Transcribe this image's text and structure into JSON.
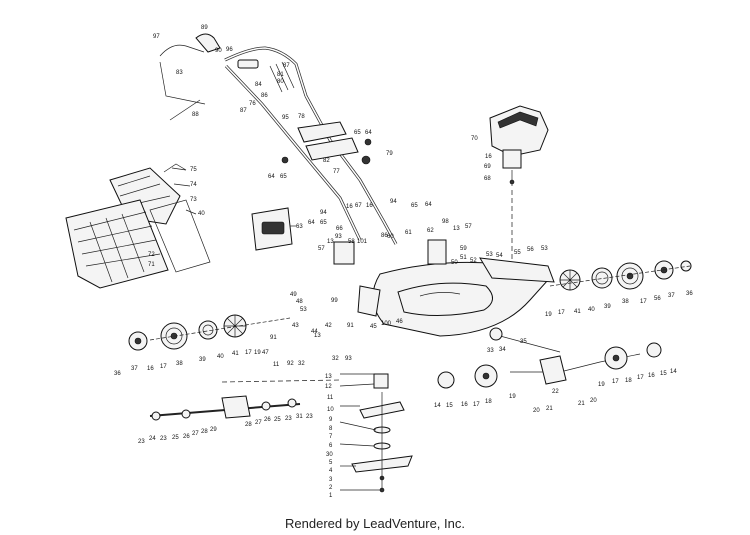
{
  "footer": {
    "text": "Rendered by LeadVenture, Inc."
  },
  "labels": [
    {
      "id": "l97",
      "text": "97"
    },
    {
      "id": "l89",
      "text": "89"
    },
    {
      "id": "l90",
      "text": "90"
    },
    {
      "id": "l96",
      "text": "96"
    },
    {
      "id": "l87a",
      "text": "87"
    },
    {
      "id": "l81",
      "text": "81"
    },
    {
      "id": "l80",
      "text": "80"
    },
    {
      "id": "l83",
      "text": "83"
    },
    {
      "id": "l84",
      "text": "84"
    },
    {
      "id": "l86",
      "text": "86"
    },
    {
      "id": "l76",
      "text": "76"
    },
    {
      "id": "l87b",
      "text": "87"
    },
    {
      "id": "l95",
      "text": "95"
    },
    {
      "id": "l88",
      "text": "88"
    },
    {
      "id": "l78",
      "text": "78"
    },
    {
      "id": "l65a",
      "text": "65"
    },
    {
      "id": "l64a",
      "text": "64"
    },
    {
      "id": "l79",
      "text": "79"
    },
    {
      "id": "l82",
      "text": "82"
    },
    {
      "id": "l77",
      "text": "77"
    },
    {
      "id": "l64b",
      "text": "64"
    },
    {
      "id": "l65b",
      "text": "65"
    },
    {
      "id": "l70",
      "text": "70"
    },
    {
      "id": "l16a",
      "text": "16"
    },
    {
      "id": "l69",
      "text": "69"
    },
    {
      "id": "l68",
      "text": "68"
    },
    {
      "id": "l75",
      "text": "75"
    },
    {
      "id": "l74",
      "text": "74"
    },
    {
      "id": "l73",
      "text": "73"
    },
    {
      "id": "l40a",
      "text": "40"
    },
    {
      "id": "l72",
      "text": "72"
    },
    {
      "id": "l71",
      "text": "71"
    },
    {
      "id": "l63",
      "text": "63"
    },
    {
      "id": "l94a",
      "text": "94"
    },
    {
      "id": "l16b",
      "text": "16"
    },
    {
      "id": "l67",
      "text": "67"
    },
    {
      "id": "l16c",
      "text": "16"
    },
    {
      "id": "l94b",
      "text": "94"
    },
    {
      "id": "l65c",
      "text": "65"
    },
    {
      "id": "l64c",
      "text": "64"
    },
    {
      "id": "l66",
      "text": "66"
    },
    {
      "id": "l65d",
      "text": "65"
    },
    {
      "id": "l64d",
      "text": "64"
    },
    {
      "id": "l13a",
      "text": "13"
    },
    {
      "id": "l93a",
      "text": "93"
    },
    {
      "id": "l58",
      "text": "58"
    },
    {
      "id": "l101",
      "text": "101"
    },
    {
      "id": "l86b",
      "text": "86"
    },
    {
      "id": "l60",
      "text": "60"
    },
    {
      "id": "l61",
      "text": "61"
    },
    {
      "id": "l62",
      "text": "62"
    },
    {
      "id": "l98",
      "text": "98"
    },
    {
      "id": "l13b",
      "text": "13"
    },
    {
      "id": "l57a",
      "text": "57"
    },
    {
      "id": "l57b",
      "text": "57"
    },
    {
      "id": "l59",
      "text": "59"
    },
    {
      "id": "l53a",
      "text": "53"
    },
    {
      "id": "l54",
      "text": "54"
    },
    {
      "id": "l55",
      "text": "55"
    },
    {
      "id": "l56a",
      "text": "56"
    },
    {
      "id": "l53b",
      "text": "53"
    },
    {
      "id": "l51",
      "text": "51"
    },
    {
      "id": "l52",
      "text": "52"
    },
    {
      "id": "l50",
      "text": "50"
    },
    {
      "id": "l49",
      "text": "49"
    },
    {
      "id": "l48",
      "text": "48"
    },
    {
      "id": "l99",
      "text": "99"
    },
    {
      "id": "l53c",
      "text": "53"
    },
    {
      "id": "l19a",
      "text": "19"
    },
    {
      "id": "l17a",
      "text": "17"
    },
    {
      "id": "l41a",
      "text": "41"
    },
    {
      "id": "l40b",
      "text": "40"
    },
    {
      "id": "l39a",
      "text": "39"
    },
    {
      "id": "l38a",
      "text": "38"
    },
    {
      "id": "l17b",
      "text": "17"
    },
    {
      "id": "l56b",
      "text": "56"
    },
    {
      "id": "l37a",
      "text": "37"
    },
    {
      "id": "l36a",
      "text": "36"
    },
    {
      "id": "l37b",
      "text": "37"
    },
    {
      "id": "l36b",
      "text": "36"
    },
    {
      "id": "l17c",
      "text": "17"
    },
    {
      "id": "l16d",
      "text": "16"
    },
    {
      "id": "l38b",
      "text": "38"
    },
    {
      "id": "l39b",
      "text": "39"
    },
    {
      "id": "l40c",
      "text": "40"
    },
    {
      "id": "l41b",
      "text": "41"
    },
    {
      "id": "l17d",
      "text": "17"
    },
    {
      "id": "l19b",
      "text": "19"
    },
    {
      "id": "l47",
      "text": "47"
    },
    {
      "id": "l45",
      "text": "45"
    },
    {
      "id": "l100",
      "text": "100"
    },
    {
      "id": "l46",
      "text": "46"
    },
    {
      "id": "l43",
      "text": "43"
    },
    {
      "id": "l44",
      "text": "44"
    },
    {
      "id": "l42",
      "text": "42"
    },
    {
      "id": "l91a",
      "text": "91"
    },
    {
      "id": "l91b",
      "text": "91"
    },
    {
      "id": "l92",
      "text": "92"
    },
    {
      "id": "l32a",
      "text": "32"
    },
    {
      "id": "l13c",
      "text": "13"
    },
    {
      "id": "l32b",
      "text": "32"
    },
    {
      "id": "l93b",
      "text": "93"
    },
    {
      "id": "l11",
      "text": "11"
    },
    {
      "id": "l33",
      "text": "33"
    },
    {
      "id": "l34",
      "text": "34"
    },
    {
      "id": "l35",
      "text": "35"
    },
    {
      "id": "l22",
      "text": "22"
    },
    {
      "id": "l13d",
      "text": "13"
    },
    {
      "id": "l12",
      "text": "12"
    },
    {
      "id": "l14a",
      "text": "14"
    },
    {
      "id": "l15a",
      "text": "15"
    },
    {
      "id": "l16e",
      "text": "16"
    },
    {
      "id": "l17e",
      "text": "17"
    },
    {
      "id": "l18a",
      "text": "18"
    },
    {
      "id": "l19c",
      "text": "19"
    },
    {
      "id": "l20a",
      "text": "20"
    },
    {
      "id": "l21a",
      "text": "21"
    },
    {
      "id": "l21b",
      "text": "21"
    },
    {
      "id": "l20b",
      "text": "20"
    },
    {
      "id": "l19d",
      "text": "19"
    },
    {
      "id": "l17f",
      "text": "17"
    },
    {
      "id": "l18b",
      "text": "18"
    },
    {
      "id": "l17g",
      "text": "17"
    },
    {
      "id": "l16f",
      "text": "16"
    },
    {
      "id": "l15b",
      "text": "15"
    },
    {
      "id": "l14b",
      "text": "14"
    },
    {
      "id": "l11b",
      "text": "11"
    },
    {
      "id": "l10",
      "text": "10"
    },
    {
      "id": "l9",
      "text": "9"
    },
    {
      "id": "l8",
      "text": "8"
    },
    {
      "id": "l7",
      "text": "7"
    },
    {
      "id": "l6",
      "text": "6"
    },
    {
      "id": "l30",
      "text": "30"
    },
    {
      "id": "l5",
      "text": "5"
    },
    {
      "id": "l4",
      "text": "4"
    },
    {
      "id": "l3",
      "text": "3"
    },
    {
      "id": "l2",
      "text": "2"
    },
    {
      "id": "l1",
      "text": "1"
    },
    {
      "id": "l23a",
      "text": "23"
    },
    {
      "id": "l24",
      "text": "24"
    },
    {
      "id": "l23b",
      "text": "23"
    },
    {
      "id": "l25a",
      "text": "25"
    },
    {
      "id": "l26a",
      "text": "26"
    },
    {
      "id": "l27a",
      "text": "27"
    },
    {
      "id": "l28a",
      "text": "28"
    },
    {
      "id": "l29",
      "text": "29"
    },
    {
      "id": "l28b",
      "text": "28"
    },
    {
      "id": "l27b",
      "text": "27"
    },
    {
      "id": "l26b",
      "text": "26"
    },
    {
      "id": "l25b",
      "text": "25"
    },
    {
      "id": "l23c",
      "text": "23"
    },
    {
      "id": "l31",
      "text": "31"
    },
    {
      "id": "l23d",
      "text": "23"
    }
  ]
}
